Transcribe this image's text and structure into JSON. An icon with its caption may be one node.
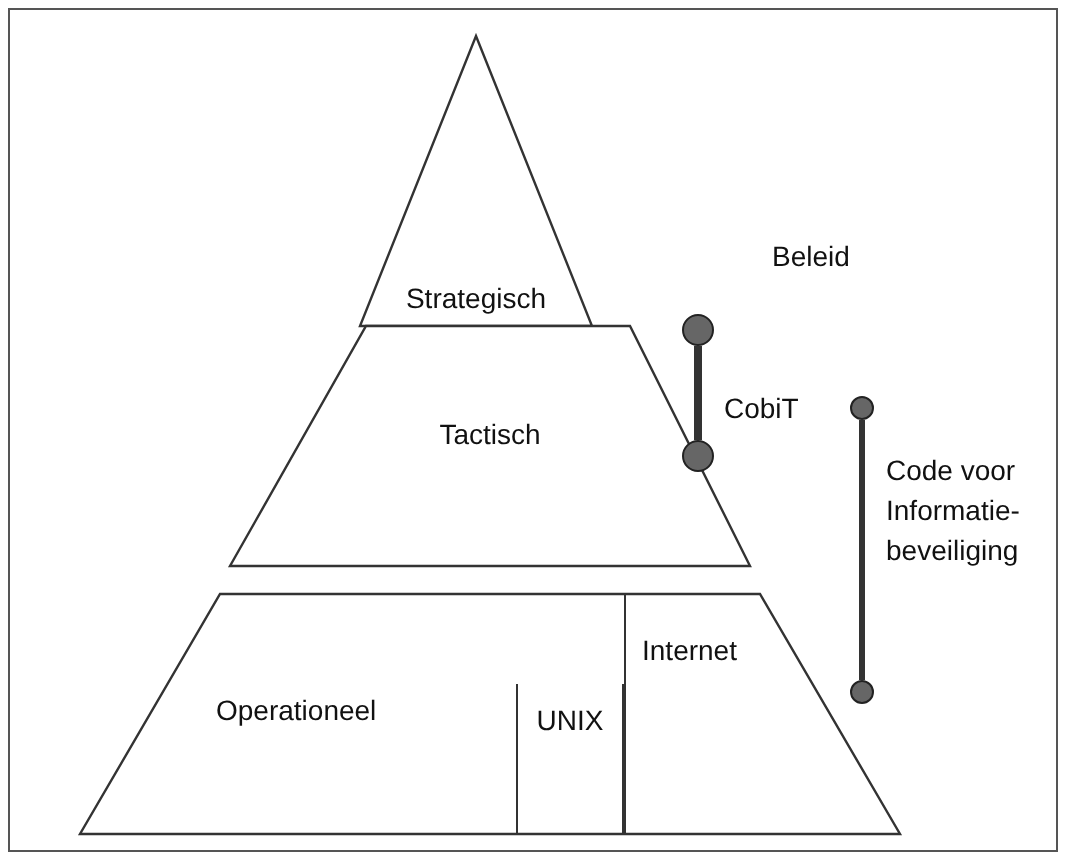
{
  "diagram": {
    "nodes": [
      {
        "text": [
          "Strategisch"
        ]
      },
      {
        "text": [
          "Tactisch"
        ]
      },
      {
        "text": [
          "Operationeel"
        ]
      },
      {
        "text": [
          "UNIX"
        ],
        "in": 2
      },
      {
        "text": [
          "Internet"
        ],
        "in": 2
      },
      {
        "text": [],
        "shape": "circle"
      },
      {
        "text": [],
        "shape": "circle"
      },
      {
        "text": [],
        "shape": "circle"
      },
      {
        "text": [],
        "shape": "circle"
      }
    ],
    "edges": [
      {
        "from": 5,
        "to": 6,
        "arrow": "none",
        "label": "CobiT"
      },
      {
        "from": 7,
        "to": 8,
        "arrow": "none",
        "label": "Code voor Informatie-beveiliging"
      }
    ],
    "labels": [
      "Beleid"
    ]
  }
}
